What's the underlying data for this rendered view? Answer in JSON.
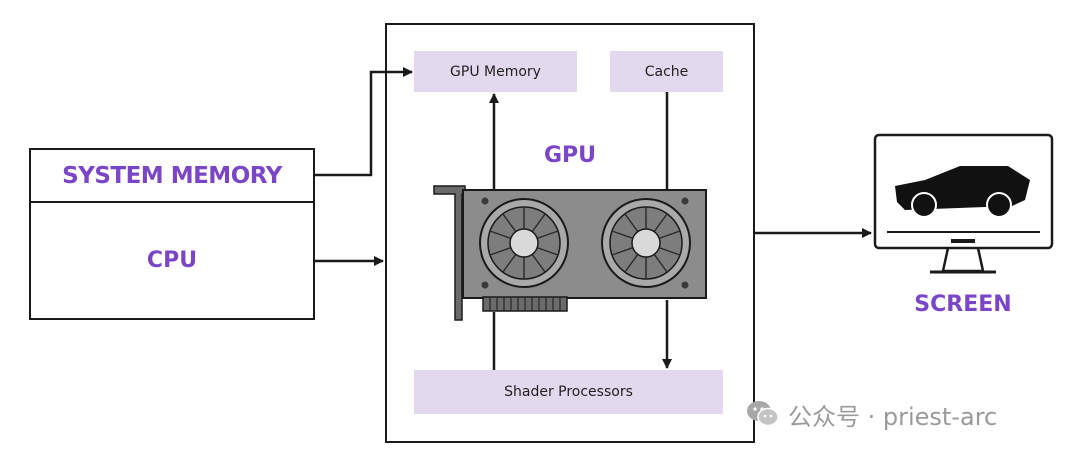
{
  "labels": {
    "system_memory": "SYSTEM MEMORY",
    "cpu": "CPU",
    "gpu": "GPU",
    "gpu_memory": "GPU Memory",
    "cache": "Cache",
    "shader_processors": "Shader Processors",
    "screen": "SCREEN"
  },
  "watermark": {
    "text": "公众号 · priest-arc",
    "icon": "wechat-icon"
  },
  "colors": {
    "accent_purple": "#7b45c8",
    "box_fill": "#e3d9ee",
    "line": "#1a1a1a"
  },
  "icons": {
    "graphics_card": "graphics-card-icon",
    "monitor": "monitor-icon",
    "car": "car-icon"
  }
}
